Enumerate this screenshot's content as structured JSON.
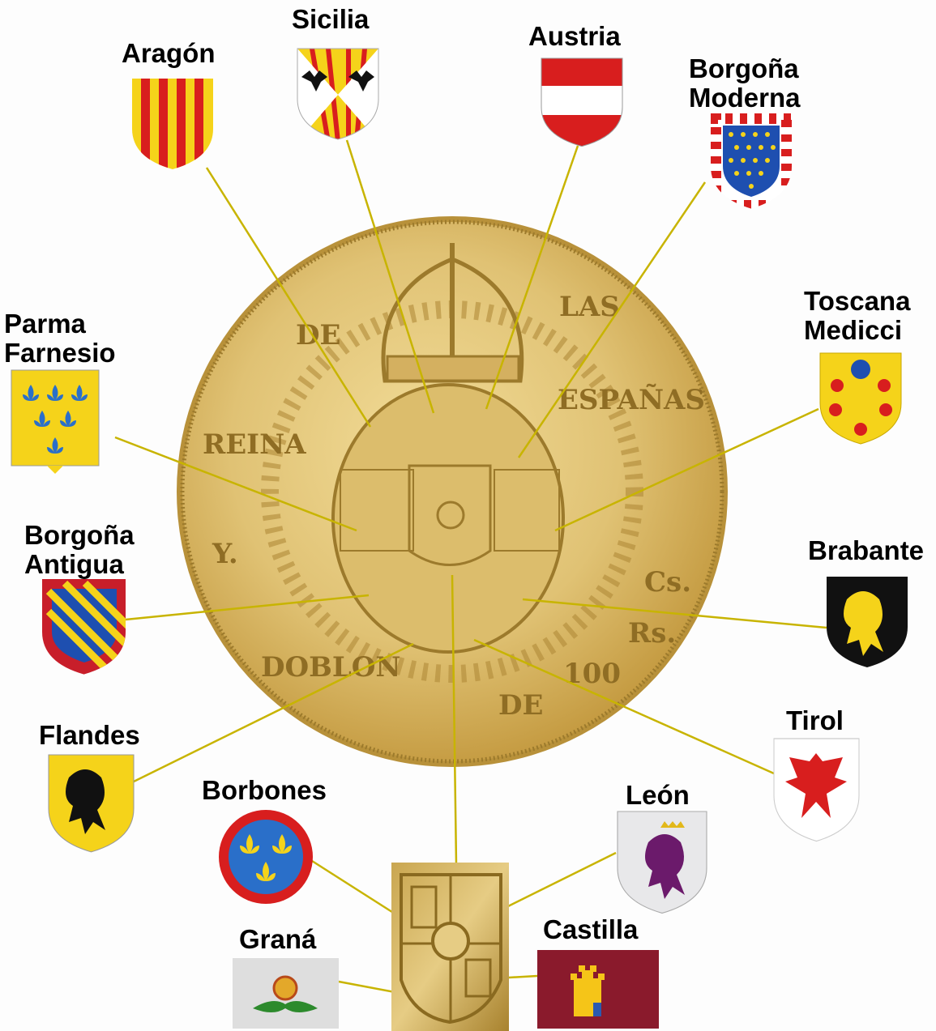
{
  "coin": {
    "legend_top": "Y. REINA DE LAS ESPAÑAS",
    "legend_bottom": "DOBLON DE 100 Rs. Cs."
  },
  "arms": [
    {
      "key": "aragon",
      "label": "Aragón"
    },
    {
      "key": "sicilia",
      "label": "Sicilia"
    },
    {
      "key": "austria",
      "label": "Austria"
    },
    {
      "key": "borgona_moderna",
      "label_line1": "Borgoña",
      "label_line2": "Moderna"
    },
    {
      "key": "toscana",
      "label_line1": "Toscana",
      "label_line2": "Medicci"
    },
    {
      "key": "brabante",
      "label": "Brabante"
    },
    {
      "key": "tirol",
      "label": "Tirol"
    },
    {
      "key": "leon",
      "label": "León"
    },
    {
      "key": "castilla",
      "label": "Castilla"
    },
    {
      "key": "grana",
      "label": "Graná"
    },
    {
      "key": "borbones",
      "label": "Borbones"
    },
    {
      "key": "flandes",
      "label": "Flandes"
    },
    {
      "key": "borgona_antigua",
      "label_line1": "Borgoña",
      "label_line2": "Antigua"
    },
    {
      "key": "parma",
      "label_line1": "Parma",
      "label_line2": "Farnesio"
    }
  ],
  "colors": {
    "gold": "#d9b85a",
    "leader_line": "#c8b400",
    "red": "#d81e1e",
    "yellow": "#f5d31a",
    "blue": "#2a6fc9",
    "castilla_maroon": "#8a1a2c",
    "leon_purple": "#6b1a6b"
  }
}
